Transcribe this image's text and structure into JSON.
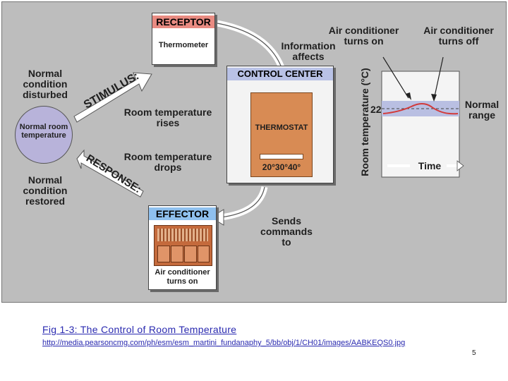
{
  "receptor": {
    "title": "RECEPTOR",
    "subtitle": "Thermometer"
  },
  "control_center": {
    "title": "CONTROL CENTER",
    "device": "THERMOSTAT",
    "scale": "20°30°40°"
  },
  "effector": {
    "title": "EFFECTOR",
    "device_caption": "Air conditioner turns on"
  },
  "stimulus": "STIMULUS:",
  "response": "RESPONSE:",
  "labels": {
    "normal_disturbed": "Normal condition disturbed",
    "normal_room_temp": "Normal room temperature",
    "normal_restored": "Normal condition restored",
    "temp_rises": "Room temperature rises",
    "temp_drops": "Room temperature drops",
    "info_affects": "Information affects",
    "sends_commands": "Sends commands to"
  },
  "graph": {
    "ac_on": "Air conditioner turns on",
    "ac_off": "Air conditioner turns off",
    "ylabel": "Room temperature (°C)",
    "ytick": "22",
    "xlabel": "Time",
    "normal_range": "Normal range"
  },
  "caption": "Fig 1-3: The Control of Room Temperature",
  "url": "http://media.pearsoncmg.com/ph/esm/esm_martini_fundanaphy_5/bb/obj/1/CH01/images/AABKEQS0.jpg",
  "page_number": "5",
  "colors": {
    "panel": "#bdbdbd",
    "receptor_header": "#e98b82",
    "center_header": "#b9c2e6",
    "effector_header": "#8fc0ee",
    "thermostat": "#d88b54",
    "curve": "#d23a3a",
    "normal_band": "#b9bfe2"
  }
}
